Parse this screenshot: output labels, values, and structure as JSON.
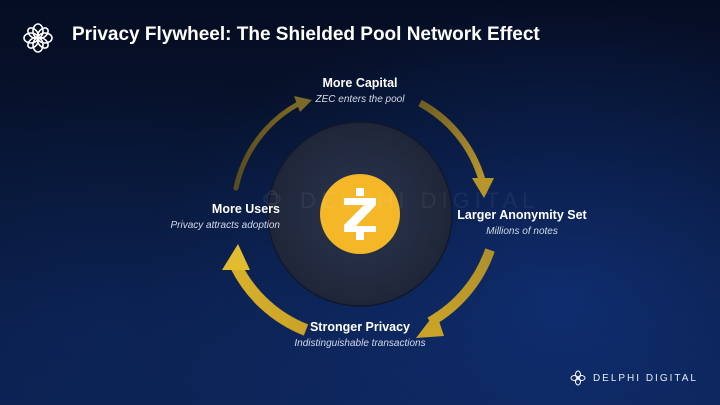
{
  "header": {
    "title": "Privacy Flywheel: The Shielded Pool Network Effect"
  },
  "flywheel": {
    "center_icon": "zcash-logo-icon",
    "watermark": "DELPHI DIGITAL",
    "nodes": {
      "top": {
        "label": "More Capital",
        "sub": "ZEC enters the pool"
      },
      "right": {
        "label": "Larger Anonymity Set",
        "sub": "Millions of notes"
      },
      "bottom": {
        "label": "Stronger Privacy",
        "sub": "Indistinguishable transactions"
      },
      "left": {
        "label": "More Users",
        "sub": "Privacy attracts adoption"
      }
    },
    "arrow_color": "#c9a227",
    "arrow_color_faint": "#6b5a22",
    "center_fill": "#232b3f",
    "coin_color": "#f4b728"
  },
  "footer": {
    "brand": "DELPHI DIGITAL",
    "brand_icon": "delphi-logo-icon"
  }
}
